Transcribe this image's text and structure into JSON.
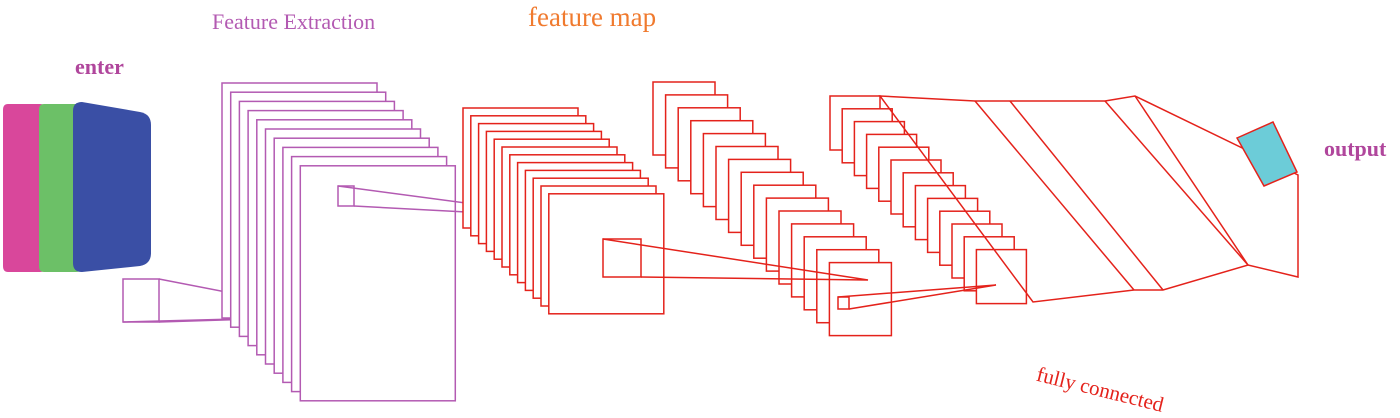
{
  "labels": {
    "input": "enter",
    "feature_extraction": "Feature Extraction",
    "feature_map": "feature map",
    "output": "output",
    "fully_connected": "fully connected"
  },
  "colors": {
    "input_channels": [
      "#d9479b",
      "#6cc067",
      "#3a4fa5"
    ],
    "extraction_stroke": "#b35ab2",
    "feature_stroke": "#e4221b",
    "output_fill": "#6cccd8",
    "label_purple": "#b0469c",
    "label_feature_extraction": "#b35ab2",
    "label_feature_map": "#f07a2e",
    "label_fully_connected": "#e4221b"
  }
}
